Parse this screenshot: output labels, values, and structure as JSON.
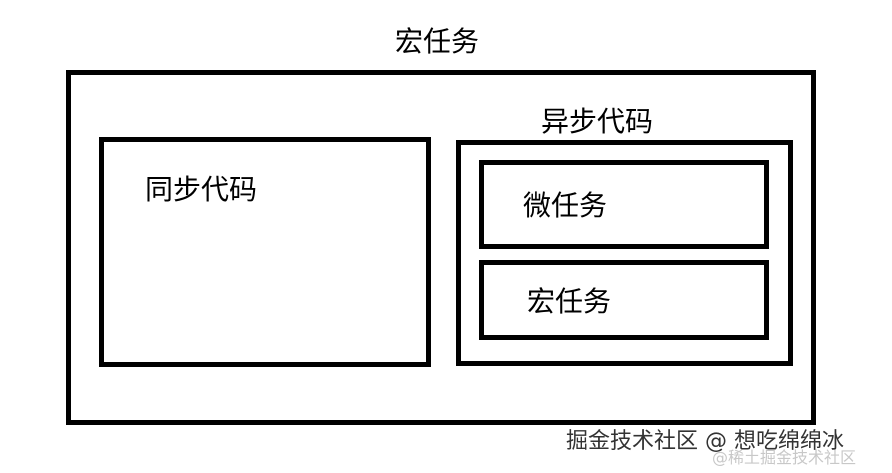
{
  "diagram": {
    "outer_title": "宏任务",
    "sync_label": "同步代码",
    "async_title": "异步代码",
    "micro_label": "微任务",
    "macro_inner_label": "宏任务"
  },
  "watermark": {
    "text": "掘金技术社区 @ 想吃绵绵冰",
    "faint_text": "@稀土掘金技术社区"
  },
  "colors": {
    "stroke": "#000000",
    "background": "#ffffff"
  }
}
